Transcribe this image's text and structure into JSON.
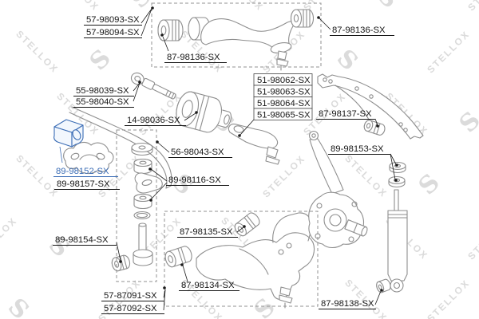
{
  "watermark": {
    "brand": "STELLOX",
    "logo_letter": "S"
  },
  "colors": {
    "background": "#ffffff",
    "drawing_outline": "#8e8e8e",
    "label_text": "#161616",
    "highlight_blue": "#3a6cb5",
    "watermark_gray": "#dbdbdb"
  },
  "selected_part": "89-98152-SX",
  "part_labels": [
    {
      "part_number": "57-98093-SX",
      "highlighted": false
    },
    {
      "part_number": "57-98094-SX",
      "highlighted": false
    },
    {
      "part_number": "87-98136-SX",
      "highlighted": false
    },
    {
      "part_number": "87-98136-SX",
      "highlighted": false
    },
    {
      "part_number": "55-98039-SX",
      "highlighted": false
    },
    {
      "part_number": "55-98040-SX",
      "highlighted": false
    },
    {
      "part_number": "14-98036-SX",
      "highlighted": false
    },
    {
      "part_number": "51-98062-SX",
      "highlighted": false
    },
    {
      "part_number": "51-98063-SX",
      "highlighted": false
    },
    {
      "part_number": "51-98064-SX",
      "highlighted": false
    },
    {
      "part_number": "51-98065-SX",
      "highlighted": false
    },
    {
      "part_number": "87-98137-SX",
      "highlighted": false
    },
    {
      "part_number": "89-98153-SX",
      "highlighted": false
    },
    {
      "part_number": "56-98043-SX",
      "highlighted": false
    },
    {
      "part_number": "89-98116-SX",
      "highlighted": false
    },
    {
      "part_number": "89-98152-SX",
      "highlighted": true
    },
    {
      "part_number": "89-98157-SX",
      "highlighted": false
    },
    {
      "part_number": "89-98154-SX",
      "highlighted": false
    },
    {
      "part_number": "87-98135-SX",
      "highlighted": false
    },
    {
      "part_number": "87-98134-SX",
      "highlighted": false
    },
    {
      "part_number": "57-87091-SX",
      "highlighted": false
    },
    {
      "part_number": "57-87092-SX",
      "highlighted": false
    },
    {
      "part_number": "87-98138-SX",
      "highlighted": false
    }
  ]
}
